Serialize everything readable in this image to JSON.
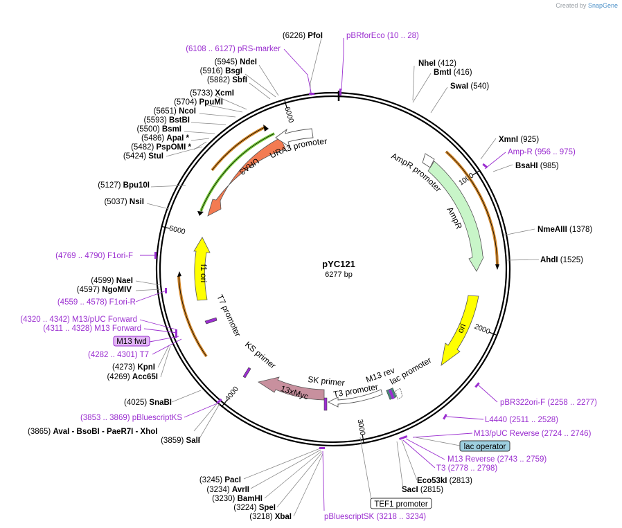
{
  "brand": {
    "created_by": "Created by",
    "product": "SnapGene"
  },
  "plasmid": {
    "name": "pYC121",
    "size_label": "6277 bp"
  },
  "ticks": [
    {
      "label": "1000",
      "angle": 56
    },
    {
      "label": "2000",
      "angle": 112
    },
    {
      "label": "3000",
      "angle": 170
    },
    {
      "label": "4000",
      "angle": 219
    },
    {
      "label": "5000",
      "angle": 284
    },
    {
      "label": "6000",
      "angle": 344
    }
  ],
  "enzymes_left": [
    {
      "pos": "(6226)",
      "name": "PfoI"
    },
    {
      "pos": "(5945)",
      "name": "NdeI"
    },
    {
      "pos": "(5916)",
      "name": "BsgI"
    },
    {
      "pos": "(5882)",
      "name": "SbfI"
    },
    {
      "pos": "(5733)",
      "name": "XcmI"
    },
    {
      "pos": "(5704)",
      "name": "PpuMI"
    },
    {
      "pos": "(5651)",
      "name": "NcoI"
    },
    {
      "pos": "(5593)",
      "name": "BstBI"
    },
    {
      "pos": "(5500)",
      "name": "BsmI"
    },
    {
      "pos": "(5486)",
      "name": "ApaI *"
    },
    {
      "pos": "(5482)",
      "name": "PspOMI *"
    },
    {
      "pos": "(5424)",
      "name": "StuI"
    },
    {
      "pos": "(5127)",
      "name": "Bpu10I"
    },
    {
      "pos": "(5037)",
      "name": "NsiI"
    },
    {
      "pos": "(4599)",
      "name": "NaeI"
    },
    {
      "pos": "(4597)",
      "name": "NgoMIV"
    },
    {
      "pos": "(4273)",
      "name": "KpnI"
    },
    {
      "pos": "(4269)",
      "name": "Acc65I"
    },
    {
      "pos": "(4025)",
      "name": "SnaBI"
    },
    {
      "pos": "(3859)",
      "name": "SalI"
    },
    {
      "pos": "(3245)",
      "name": "PacI"
    },
    {
      "pos": "(3234)",
      "name": "AvrII"
    },
    {
      "pos": "(3230)",
      "name": "BamHI"
    },
    {
      "pos": "(3224)",
      "name": "SpeI"
    },
    {
      "pos": "(3218)",
      "name": "XbaI"
    }
  ],
  "enzymes_right": [
    {
      "name": "NheI",
      "pos": "(412)"
    },
    {
      "name": "BmtI",
      "pos": "(416)"
    },
    {
      "name": "SwaI",
      "pos": "(540)"
    },
    {
      "name": "XmnI",
      "pos": "(925)"
    },
    {
      "name": "BsaHI",
      "pos": "(985)"
    },
    {
      "name": "NmeAIII",
      "pos": "(1378)"
    },
    {
      "name": "AhdI",
      "pos": "(1525)"
    },
    {
      "name": "Eco53kI",
      "pos": "(2813)"
    },
    {
      "name": "SacI",
      "pos": "(2815)"
    }
  ],
  "multi_site": {
    "pos": "(3865)",
    "names": [
      "AvaI",
      "- BsoBI",
      "- PaeR7I",
      "- XhoI"
    ]
  },
  "primers": [
    {
      "id": "pbrforeco",
      "name": "pBRforEco",
      "range": "(10 .. 28)"
    },
    {
      "id": "prs-marker",
      "name": "pRS-marker",
      "range": "(6108 .. 6127)"
    },
    {
      "id": "amp-r",
      "name": "Amp-R",
      "range": "(956 .. 975)"
    },
    {
      "id": "f1ori-f",
      "name": "F1ori-F",
      "range": "(4769 .. 4790)"
    },
    {
      "id": "f1ori-r",
      "name": "F1ori-R",
      "range": "(4559 .. 4578)"
    },
    {
      "id": "m13-puc-fwd",
      "name": "M13/pUC Forward",
      "range": "(4320 .. 4342)"
    },
    {
      "id": "m13-fwd",
      "name": "M13 Forward",
      "range": "(4311 .. 4328)"
    },
    {
      "id": "t7",
      "name": "T7",
      "range": "(4282 .. 4301)"
    },
    {
      "id": "pbluescriptks",
      "name": "pBluescriptKS",
      "range": "(3853 .. 3869)"
    },
    {
      "id": "pbr322ori-f",
      "name": "pBR322ori-F",
      "range": "(2258 .. 2277)"
    },
    {
      "id": "l4440",
      "name": "L4440",
      "range": "(2511 .. 2528)"
    },
    {
      "id": "m13-puc-rev",
      "name": "M13/pUC Reverse",
      "range": "(2724 .. 2746)"
    },
    {
      "id": "m13-reverse",
      "name": "M13 Reverse",
      "range": "(2743 .. 2759)"
    },
    {
      "id": "t3",
      "name": "T3",
      "range": "(2778 .. 2798)"
    },
    {
      "id": "pbluescriptsk",
      "name": "pBluescriptSK",
      "range": "(3218 .. 3234)"
    }
  ],
  "boxed_labels": {
    "m13_fwd": "M13 fwd",
    "lac_operator": "lac operator",
    "tef1_promoter": "TEF1 promoter"
  },
  "features": {
    "ura3": "URA3",
    "ura3_promoter": "URA3 promoter",
    "ampr_promoter": "AmpR promoter",
    "ampr": "AmpR",
    "ori": "ori",
    "f1_ori": "f1 ori",
    "t7_promoter": "T7 promoter",
    "ks_primer": "KS primer",
    "sk_primer": "SK primer",
    "myc": "13xMyc",
    "t3_promoter": "T3 promoter",
    "m13_rev": "M13 rev",
    "lac_promoter": "lac promoter"
  },
  "colors": {
    "ura3": "#f37b52",
    "ampr": "#c8f5c8",
    "ori": "#ffff00",
    "myc": "#c8909e",
    "primer": "#9b2fd0",
    "lac_operator": "#9ecfe0",
    "orange_line": "#d4882a",
    "green_line": "#7cd040"
  }
}
